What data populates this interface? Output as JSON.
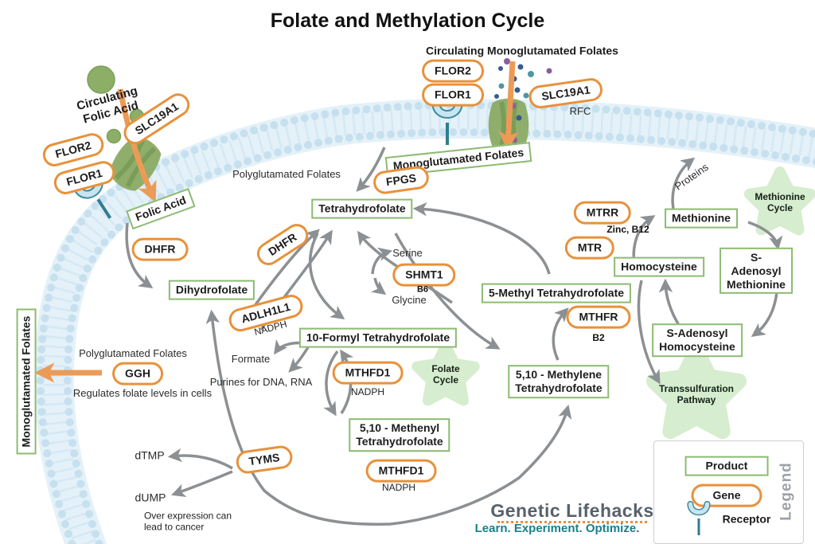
{
  "title": "Folate and Methylation Cycle",
  "colors": {
    "gene_orange": "#E8913A",
    "product_green": "#8CBB72",
    "star_green": "#D6EDD0",
    "membrane_blue": "#C6E0EF",
    "arrow_gray": "#8C9093",
    "orange_arrow": "#EC9B57",
    "logo_gray": "#58626B",
    "logo_teal": "#17808A"
  },
  "left_entry": {
    "circulating_label": "Circulating\nFolic Acid",
    "genes": {
      "slc19a1": "SLC19A1",
      "flor2": "FLOR2",
      "flor1": "FLOR1"
    },
    "product": "Folic Acid"
  },
  "top_entry": {
    "circulating_label": "Circulating Monoglutamated Folates",
    "genes": {
      "flor2": "FLOR2",
      "flor1": "FLOR1",
      "slc19a1": "SLC19A1"
    },
    "slc19a1_sub": "RFC",
    "product": "Monoglutamated Folates"
  },
  "folate_cycle": {
    "polyglutamated_label": "Polyglutamated Folates",
    "fpgs": "FPGS",
    "tetrahydrofolate": "Tetrahydrofolate",
    "dhfr1": "DHFR",
    "dhfr2": "DHFR",
    "dihydrofolate": "Dihydrofolate",
    "adlh1l1": "ADLH1L1",
    "adlh1l1_sub": "NADPH",
    "ten_formyl": "10-Formyl Tetrahydrofolate",
    "formate": "Formate",
    "purines": "Purines for DNA, RNA",
    "mthfd1_a": "MTHFD1",
    "mthfd1_a_sub": "NADPH",
    "methenyl": "5,10 - Methenyl\nTetrahydrofolate",
    "mthfd1_b": "MTHFD1",
    "mthfd1_b_sub": "NADPH",
    "methylene": "5,10 - Methylene\nTetrahydrofolate",
    "shmt1": "SHMT1",
    "shmt1_sub": "B6",
    "serine": "Serine",
    "glycine": "Glycine",
    "five_methyl": "5-Methyl Tetrahydrofolate",
    "mthfr": "MTHFR",
    "mthfr_sub": "B2",
    "tyms": "TYMS",
    "dtmp": "dTMP",
    "dump": "dUMP",
    "tyms_note": "Over expression can\nlead to cancer",
    "star_label": "Folate\nCycle"
  },
  "methionine_cycle": {
    "star_label": "Methionine\nCycle",
    "proteins": "Proteins",
    "methionine": "Methionine",
    "mtrr": "MTRR",
    "mtr": "MTR",
    "mtr_sub": "Zinc, B12",
    "homocysteine": "Homocysteine",
    "sam": "S-Adenosyl\nMethionine",
    "sah": "S-Adenosyl\nHomocysteine",
    "transsulfuration_label": "Transsulfuration\nPathway"
  },
  "ggh_section": {
    "polyglutamated_label": "Polyglutamated Folates",
    "ggh": "GGH",
    "note": "Regulates folate levels in cells",
    "monoglutamated_label": "Monoglutamated Folates"
  },
  "legend": {
    "title": "Legend",
    "product": "Product",
    "gene": "Gene",
    "receptor": "Receptor"
  },
  "logo": {
    "name": "Genetic Lifehacks",
    "tagline": "Learn. Experiment. Optimize."
  }
}
